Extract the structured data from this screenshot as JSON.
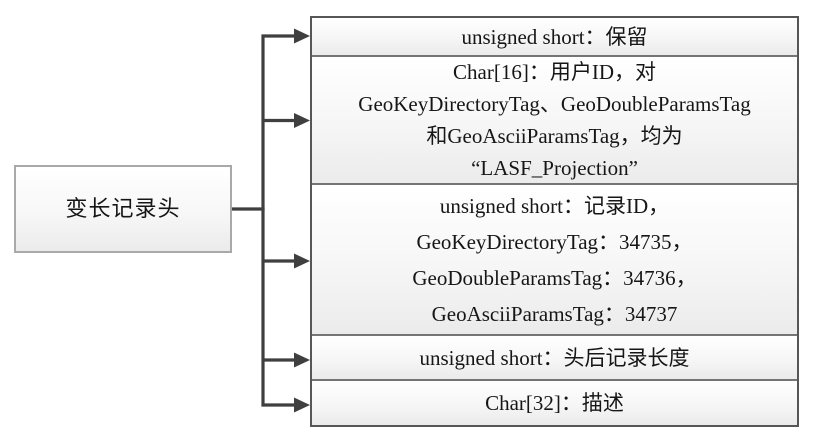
{
  "diagram": {
    "title_semantic": "LAS variable length record header structure",
    "root": {
      "label": "变长记录头"
    },
    "fields": [
      {
        "id": "reserved",
        "lines": [
          "unsigned short：保留"
        ]
      },
      {
        "id": "user-id",
        "lines": [
          "Char[16]：用户ID，对",
          "GeoKeyDirectoryTag、GeoDoubleParamsTag",
          "和GeoAsciiParamsTag，均为",
          "“LASF_Projection”"
        ]
      },
      {
        "id": "record-id",
        "lines": [
          "unsigned short：记录ID，",
          "GeoKeyDirectoryTag：34735，",
          "GeoDoubleParamsTag：34736，",
          "GeoAsciiParamsTag：34737"
        ]
      },
      {
        "id": "record-length",
        "lines": [
          "unsigned short：头后记录长度"
        ]
      },
      {
        "id": "description",
        "lines": [
          "Char[32]：描述"
        ]
      }
    ]
  },
  "colors": {
    "connector": "#3f3f3f",
    "column_border": "#565656",
    "row_divider": "#757575",
    "root_border": "#a9a9a9",
    "box_fill_top": "#ffffff",
    "box_fill_bottom": "#ebebeb",
    "text": "#161616",
    "background": "#ffffff"
  }
}
